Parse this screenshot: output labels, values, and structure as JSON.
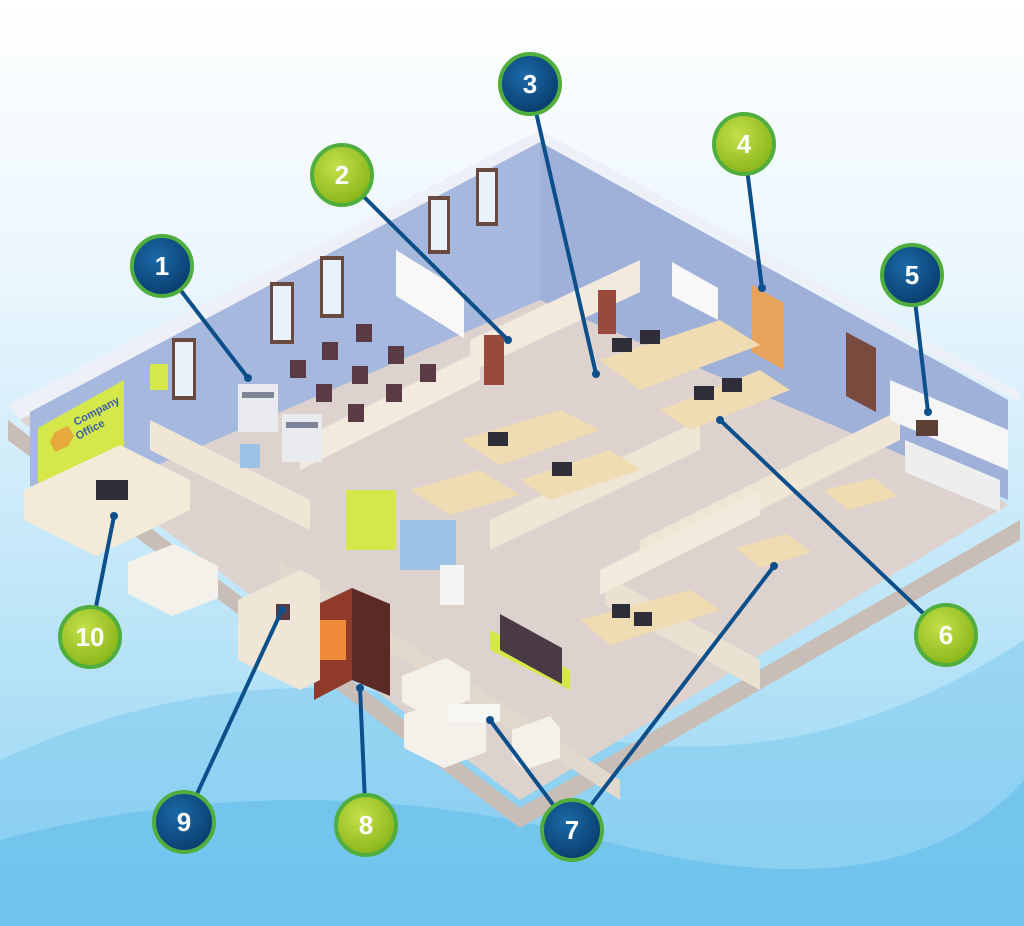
{
  "diagram": {
    "sign_logo": {
      "line1": "Company",
      "line2": "Office"
    },
    "markers": [
      {
        "label": "1",
        "color": "blue"
      },
      {
        "label": "2",
        "color": "green"
      },
      {
        "label": "3",
        "color": "blue"
      },
      {
        "label": "4",
        "color": "green"
      },
      {
        "label": "5",
        "color": "blue"
      },
      {
        "label": "6",
        "color": "green"
      },
      {
        "label": "7",
        "color": "blue"
      },
      {
        "label": "8",
        "color": "green"
      },
      {
        "label": "9",
        "color": "blue"
      },
      {
        "label": "10",
        "color": "green"
      }
    ],
    "colors": {
      "marker_blue": "#0a3f70",
      "marker_green": "#8cb81c",
      "leader_line": "#0d4f8b",
      "floor": "#d9cdc8",
      "wall": "#9fb3dc",
      "partition": "#efe6d6",
      "accent_green": "#d4e84a"
    }
  }
}
